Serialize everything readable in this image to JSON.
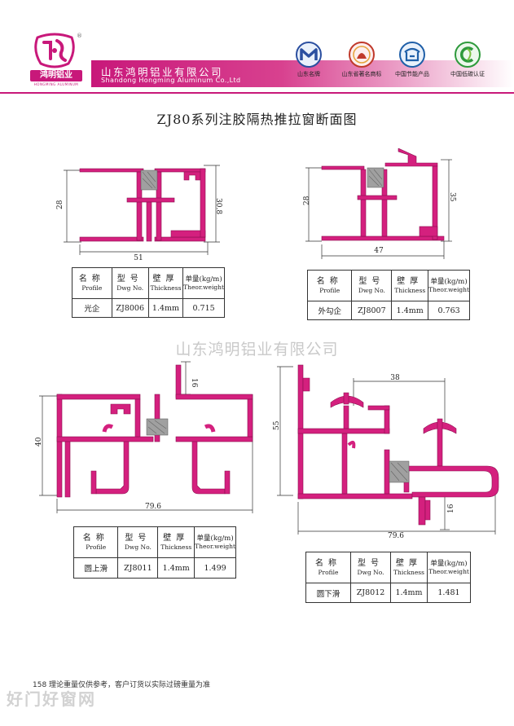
{
  "header": {
    "logo_text": "鸿明铝业",
    "logo_subtext": "HONGMING ALUMINUM",
    "registered_mark": "®",
    "company_cn": "山东鸿明铝业有限公司",
    "company_en": "Shandong Hongming Aluminum Co.,Ltd",
    "badges": [
      {
        "label": "山东名牌",
        "icon": "shandong-famous-brand-icon",
        "color": "#2b4fa0"
      },
      {
        "label": "山东省著名商标",
        "icon": "famous-trademark-icon",
        "color": "#c0392b"
      },
      {
        "label": "中国节能产品",
        "icon": "energy-saving-icon",
        "color": "#1f5fa8"
      },
      {
        "label": "中国低碳认证",
        "icon": "low-carbon-icon",
        "color": "#2e9a3c"
      }
    ]
  },
  "page_title": "ZJ80系列注胶隔热推拉窗断面图",
  "table_headers": {
    "profile_cn": "名称",
    "profile_en": "Profile",
    "dwg_cn": "型号",
    "dwg_en": "Dwg No.",
    "thick_cn": "壁厚",
    "thick_en": "Thickness",
    "weight_cn": "单量(kg/m)",
    "weight_en": "Theor.weight"
  },
  "profiles": [
    {
      "name": "光企",
      "dwg": "ZJ8006",
      "thickness": "1.4mm",
      "weight": "0.715",
      "dims": [
        "28",
        "30.8",
        "51"
      ]
    },
    {
      "name": "外勾企",
      "dwg": "ZJ8007",
      "thickness": "1.4mm",
      "weight": "0.763",
      "dims": [
        "28",
        "35",
        "47"
      ]
    },
    {
      "name": "圆上滑",
      "dwg": "ZJ8011",
      "thickness": "1.4mm",
      "weight": "1.499",
      "dims": [
        "16",
        "40",
        "79.6"
      ]
    },
    {
      "name": "圆下滑",
      "dwg": "ZJ8012",
      "thickness": "1.4mm",
      "weight": "1.481",
      "dims": [
        "38",
        "55",
        "16",
        "79.6"
      ]
    }
  ],
  "watermark": "山东鸿明铝业有限公司",
  "footer_note": "158   理论重量仅供参考，客户订货以实际过磅重量为准",
  "footer_brand": "好门好窗网",
  "colors": {
    "brand": "#c8187a",
    "profile_fill": "#d4207e",
    "insulation_strip": "#9a9a9a"
  }
}
